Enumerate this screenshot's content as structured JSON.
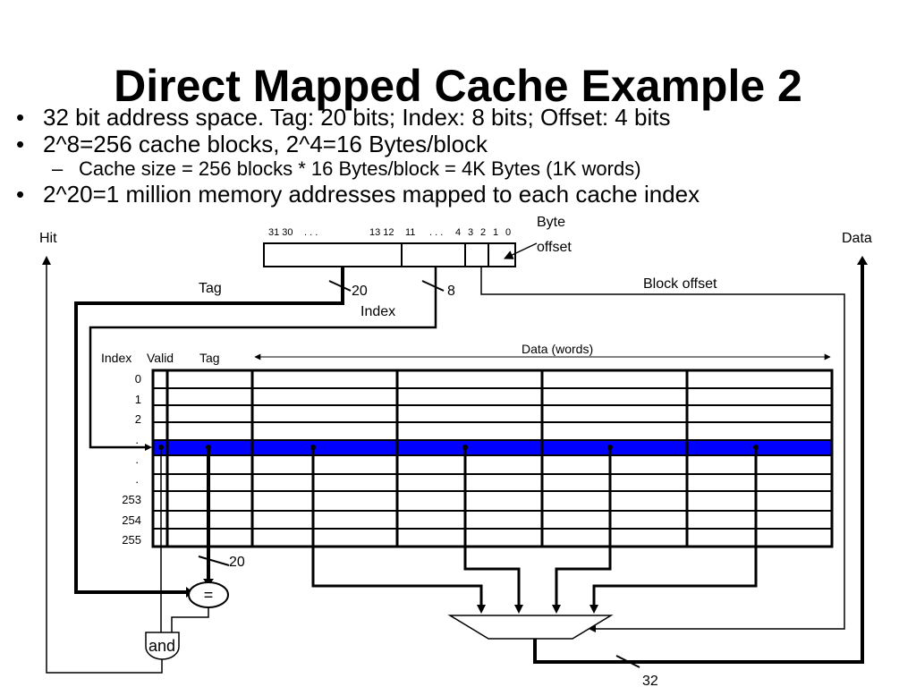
{
  "slide": {
    "title": "Direct Mapped Cache Example 2",
    "bullets": [
      {
        "level": 1,
        "text": "32 bit address space. Tag: 20 bits; Index: 8 bits; Offset: 4 bits"
      },
      {
        "level": 1,
        "text": "2^8=256 cache blocks, 2^4=16 Bytes/block"
      },
      {
        "level": 2,
        "text": "Cache size = 256 blocks * 16 Bytes/block = 4K Bytes (1K words)"
      },
      {
        "level": 1,
        "text": "2^20=1 million memory addresses mapped to each cache index"
      }
    ]
  },
  "diagram": {
    "hit_label": "Hit",
    "data_label": "Data",
    "byte_offset_line1": "Byte",
    "byte_offset_line2": "offset",
    "address_bits": [
      "31 30",
      ". . .",
      "13 12",
      "11",
      ". . .",
      "4",
      "3",
      "2",
      "1",
      "0"
    ],
    "tag_label": "Tag",
    "tag_width": "20",
    "index_width": "8",
    "index_label": "Index",
    "block_offset_label": "Block offset",
    "col_index": "Index",
    "col_valid": "Valid",
    "col_tag": "Tag",
    "data_words_label": "Data (words)",
    "row_labels_top": [
      "0",
      "1",
      "2"
    ],
    "row_dots": [
      ".",
      ".",
      "."
    ],
    "row_labels_bottom": [
      "253",
      "254",
      "255"
    ],
    "compare_width": "20",
    "comparator_symbol": "=",
    "and_gate_label": "and",
    "output_width": "32",
    "highlight_color": "#0000ff"
  }
}
